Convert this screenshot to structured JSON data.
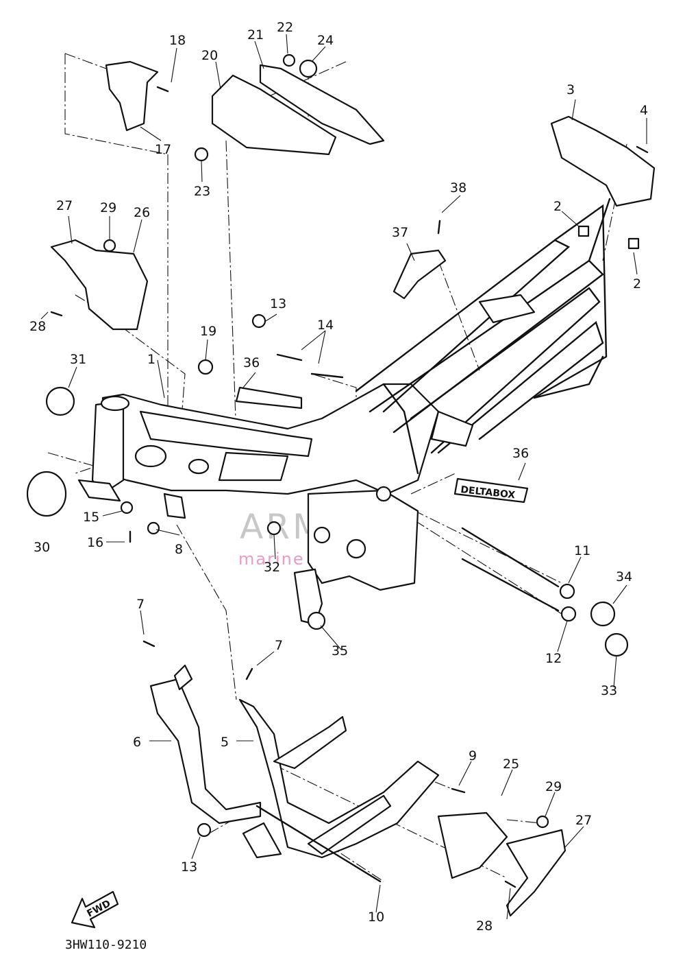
{
  "diagram_code": "3HW110-9210",
  "fwd_label": "FWD",
  "badge_text": "DELTABOX",
  "watermark": {
    "main": "ARMADA",
    "sub": "marine outboards",
    "accent": "#e070b0"
  },
  "callouts": [
    "1",
    "2",
    "2",
    "3",
    "4",
    "5",
    "6",
    "7",
    "7",
    "8",
    "9",
    "10",
    "11",
    "12",
    "13",
    "13",
    "14",
    "15",
    "16",
    "17",
    "18",
    "19",
    "20",
    "21",
    "22",
    "23",
    "24",
    "25",
    "26",
    "27",
    "27",
    "28",
    "28",
    "29",
    "29",
    "30",
    "31",
    "32",
    "33",
    "34",
    "35",
    "36",
    "36",
    "37",
    "38"
  ]
}
